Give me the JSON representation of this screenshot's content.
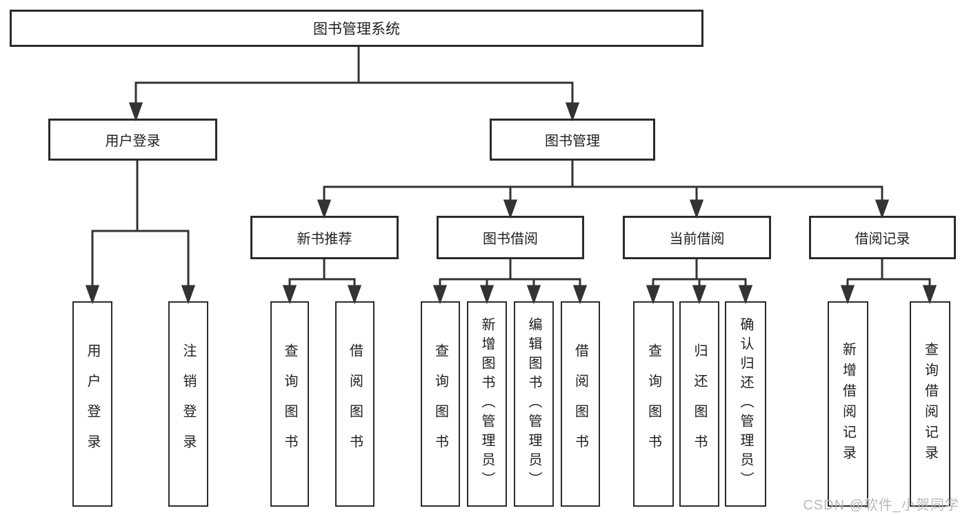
{
  "diagram": {
    "title": "图书管理系统",
    "branches": {
      "user": {
        "label": "用户登录",
        "children": [
          "用户登录",
          "注销登录"
        ]
      },
      "book": {
        "label": "图书管理",
        "sections": [
          {
            "label": "新书推荐",
            "children": [
              "查询图书",
              "借阅图书"
            ]
          },
          {
            "label": "图书借阅",
            "children": [
              "查询图书",
              "新增图书（管理员）",
              "编辑图书（管理员）",
              "借阅图书"
            ]
          },
          {
            "label": "当前借阅",
            "children": [
              "查询图书",
              "归还图书",
              "确认归还（管理员）"
            ]
          },
          {
            "label": "借阅记录",
            "children": [
              "新增借阅记录",
              "查询借阅记录"
            ]
          }
        ]
      }
    }
  },
  "watermark": {
    "text": "CSDN @软件_小贺同学"
  },
  "colors": {
    "line": "#333333",
    "box_border": "#2b2b2b",
    "text": "#1f1f1f",
    "watermark": "#b9b9b9",
    "background": "#ffffff"
  }
}
